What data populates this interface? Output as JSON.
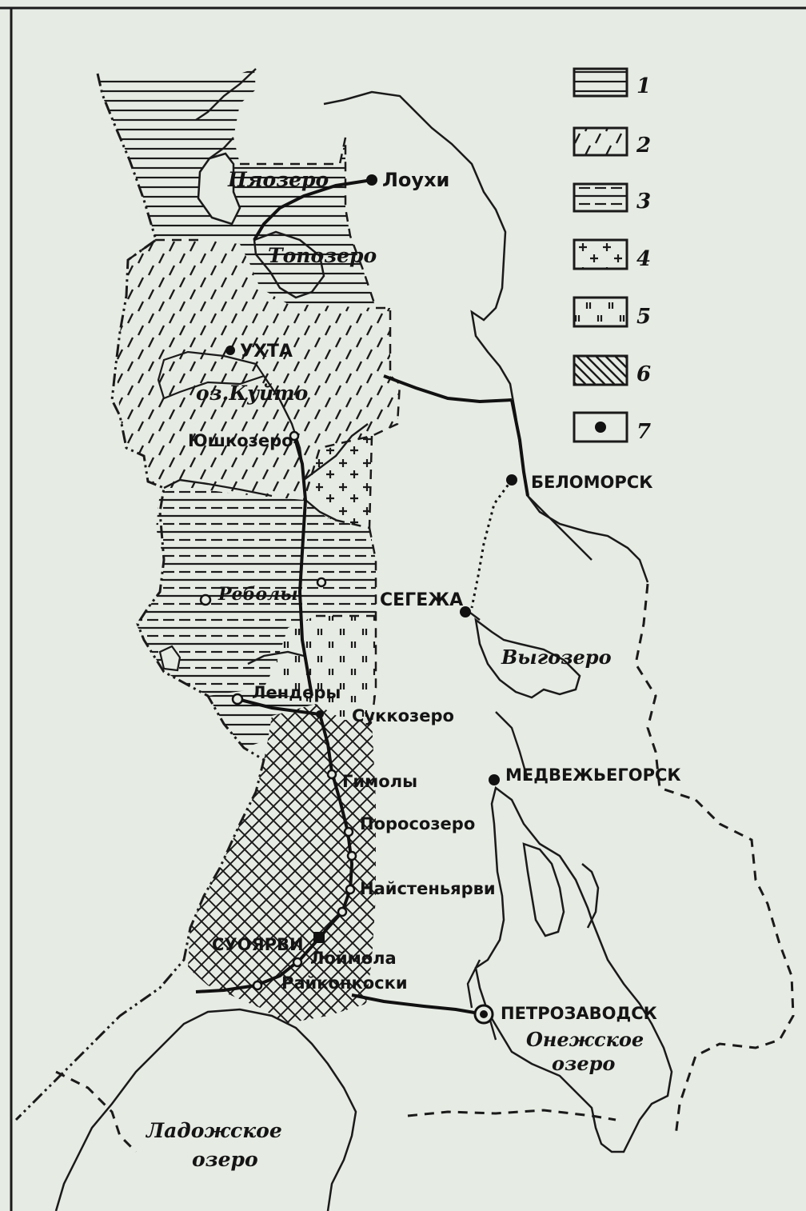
{
  "legend": {
    "items": [
      {
        "num": "1",
        "pattern": "hatch-horizontal"
      },
      {
        "num": "2",
        "pattern": "hatch-dashed-diagonal"
      },
      {
        "num": "3",
        "pattern": "hatch-dashed-horizontal"
      },
      {
        "num": "4",
        "pattern": "plus-signs"
      },
      {
        "num": "5",
        "pattern": "double-ticks"
      },
      {
        "num": "6",
        "pattern": "hatch-diagonal"
      },
      {
        "num": "7",
        "pattern": "dot-point"
      }
    ]
  },
  "places": {
    "louhi": "Лоухи",
    "pyaozero": "Пяозеро",
    "topozero": "Топозеро",
    "ukhta": "УХТА",
    "kuito": "оз.Куйто",
    "yushkozero": "Юшкозеро",
    "belomorsk": "БЕЛОМОРСК",
    "segezha": "СЕГЕЖА",
    "reboly": "Реболы",
    "vygozero": "Выгозеро",
    "lendery": "Лендеры",
    "sukkozero": "Суккозеро",
    "gimoly": "Гимолы",
    "medvezhyegorsk": "МЕДВЕЖЬЕГОРСК",
    "porosozero": "Поросозеро",
    "naistenyarvi": "Найстеньярви",
    "suoyarvi": "СУОЯРВИ",
    "loimola": "Лоймола",
    "rajkonkoski": "Райконкоски",
    "petrozavodsk": "ПЕТРОЗАВОДСК",
    "onega_line1": "Онежское",
    "onega_line2": "озеро",
    "ladoga_line1": "Ладожское",
    "ladoga_line2": "озеро"
  },
  "colors": {
    "paper": "#e6ebe3",
    "ink": "#141414"
  }
}
